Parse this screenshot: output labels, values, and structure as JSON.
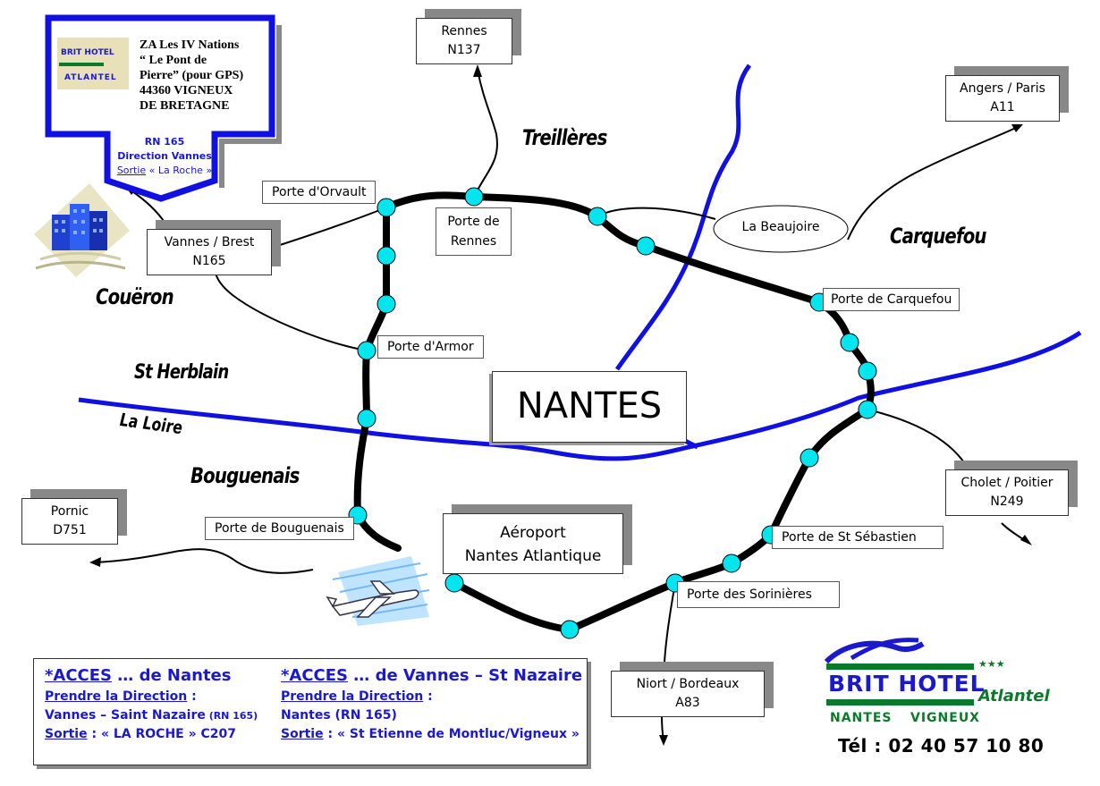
{
  "hotel": {
    "address_lines": [
      "ZA Les IV Nations",
      "“ Le Pont de",
      "Pierre” (pour GPS)",
      "44360 VIGNEUX",
      "DE BRETAGNE"
    ],
    "logo_text": [
      "BRIT HOTEL",
      "ATLANTEL"
    ],
    "route_lines": [
      "RN 165",
      "Direction Vannes"
    ],
    "route_exit_prefix": "Sortie",
    "route_exit_rest": " « La Roche »"
  },
  "city": "NANTES",
  "destinations": {
    "rennes": [
      "Rennes",
      "N137"
    ],
    "angers": [
      "Angers / Paris",
      "A11"
    ],
    "vannes": [
      "Vannes / Brest",
      "N165"
    ],
    "cholet": [
      "Cholet / Poitier",
      "N249"
    ],
    "pornic": [
      "Pornic",
      "D751"
    ],
    "niort": [
      "Niort / Bordeaux",
      "A83"
    ],
    "airport": [
      "Aéroport",
      "Nantes Atlantique"
    ]
  },
  "ring_labels": {
    "orvault": "Porte d'Orvault",
    "rennes": [
      "Porte de",
      "Rennes"
    ],
    "beaujoire": "La Beaujoire",
    "carquefou": "Porte de Carquefou",
    "armor": "Porte d'Armor",
    "bouguenais": "Porte de Bouguenais",
    "sebastien": "Porte de St Sébastien",
    "sorinieres": "Porte des Sorinières"
  },
  "towns": {
    "treilleres": "Treillères",
    "carquefou": "Carquefou",
    "coueron": "Couëron",
    "st_herblain": "St Herblain",
    "bouguenais": "Bouguenais"
  },
  "river": "La Loire",
  "access": {
    "left": {
      "heading_u": "*ACCES",
      "heading_rest": " … de Nantes",
      "direction_label": "Prendre la Direction",
      "direction_colon": " :",
      "direction_value": "Vannes – Saint Nazaire",
      "direction_small": " (RN 165)",
      "exit_label": "Sortie",
      "exit_value": " : « LA ROCHE » C207"
    },
    "right": {
      "heading_u": "*ACCES",
      "heading_rest": " … de Vannes – St Nazaire",
      "direction_label": "Prendre la Direction",
      "direction_colon": " :",
      "direction_value": "Nantes (RN 165)",
      "exit_label": "Sortie",
      "exit_value": " : « St Etienne de Montluc/Vigneux »"
    }
  },
  "brand_logo": {
    "name": "BRIT HOTEL",
    "script": "Atlantel",
    "stars": "★★★",
    "sub_left": "NANTES",
    "sub_right": "VIGNEUX"
  },
  "phone": "Tél  :  02 40 57 10 80",
  "colors": {
    "river": "#1010e0",
    "ring": "#000000",
    "exit_dot": "#00e5ee",
    "brand_blue": "#1a1acc",
    "brand_green": "#0a7a2a"
  },
  "icons": [
    "hotel-building-icon",
    "airplane-icon"
  ]
}
